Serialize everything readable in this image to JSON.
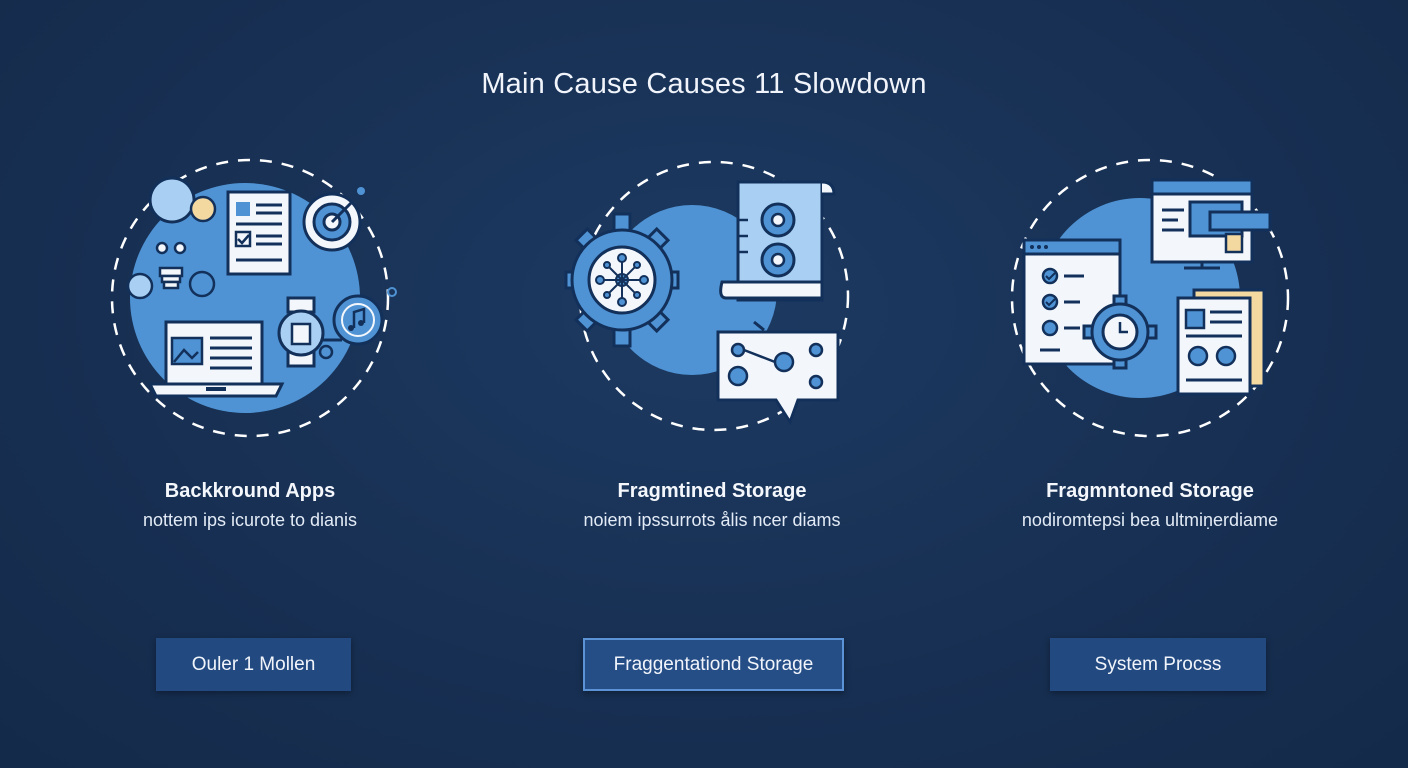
{
  "title": "Main Cause Causes 11 Slowdown",
  "cards": [
    {
      "title": "Backkround Apps",
      "desc": "nottem ips icurote to dianis",
      "icon": "background-apps-illustration"
    },
    {
      "title": "Fragmtined Storage",
      "desc": "noiem ipssurrots ålis ncer diams",
      "icon": "fragmented-storage-illustration"
    },
    {
      "title": "Fragmntoned Storage",
      "desc": "nodiromtepsi bea ultmiṇerdiame",
      "icon": "system-process-illustration"
    }
  ],
  "buttons": [
    {
      "label": "Ouler 1 Mollen"
    },
    {
      "label": "Fraggentationd Storage"
    },
    {
      "label": "System Procss"
    }
  ],
  "colors": {
    "background": "#172f52",
    "circle": "#4f93d4",
    "stroke": "#12305a",
    "paper": "#f3f7fc",
    "accent_yellow": "#f3d9a0",
    "button": "#234a80"
  }
}
